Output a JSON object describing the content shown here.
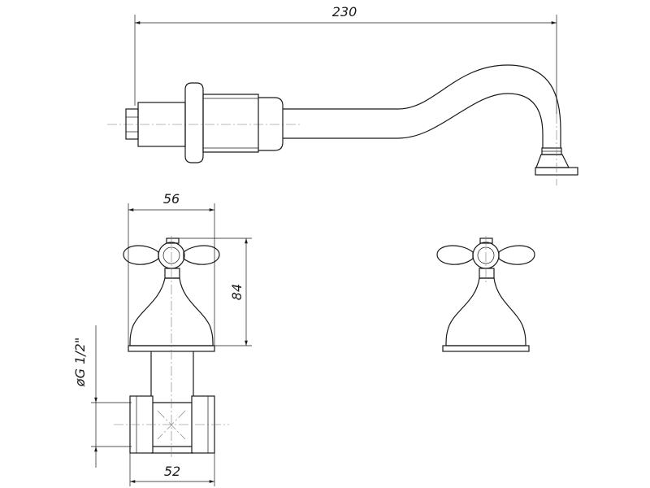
{
  "dimensions": {
    "spout_length": "230",
    "handle_width": "56",
    "valve_height": "84",
    "thread_size": "øG 1/2\"",
    "body_width": "52"
  },
  "colors": {
    "line": "#1a1a1a",
    "background": "#ffffff"
  }
}
